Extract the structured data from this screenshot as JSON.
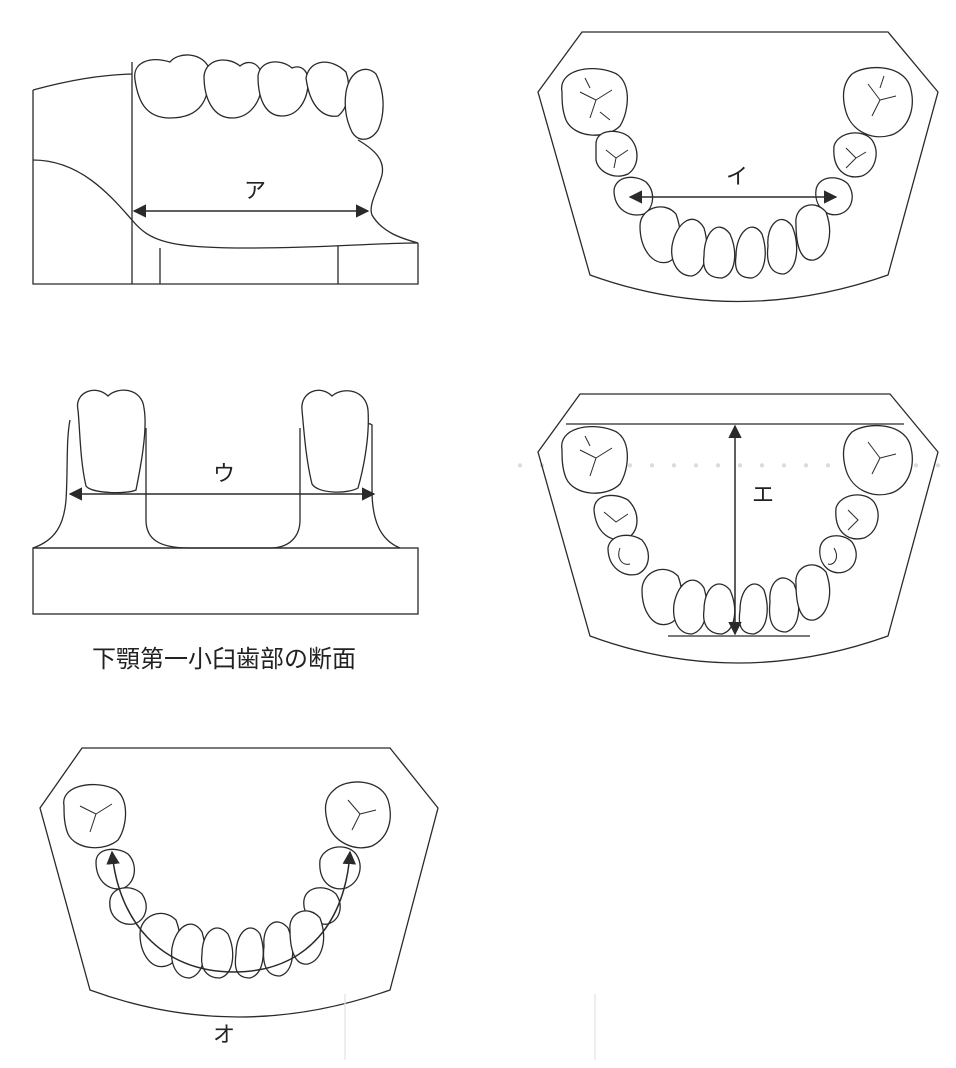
{
  "labels": {
    "a": "ア",
    "i": "イ",
    "u": "ウ",
    "e": "エ",
    "o": "オ"
  },
  "caption": "下顎第一小臼歯部の断面"
}
